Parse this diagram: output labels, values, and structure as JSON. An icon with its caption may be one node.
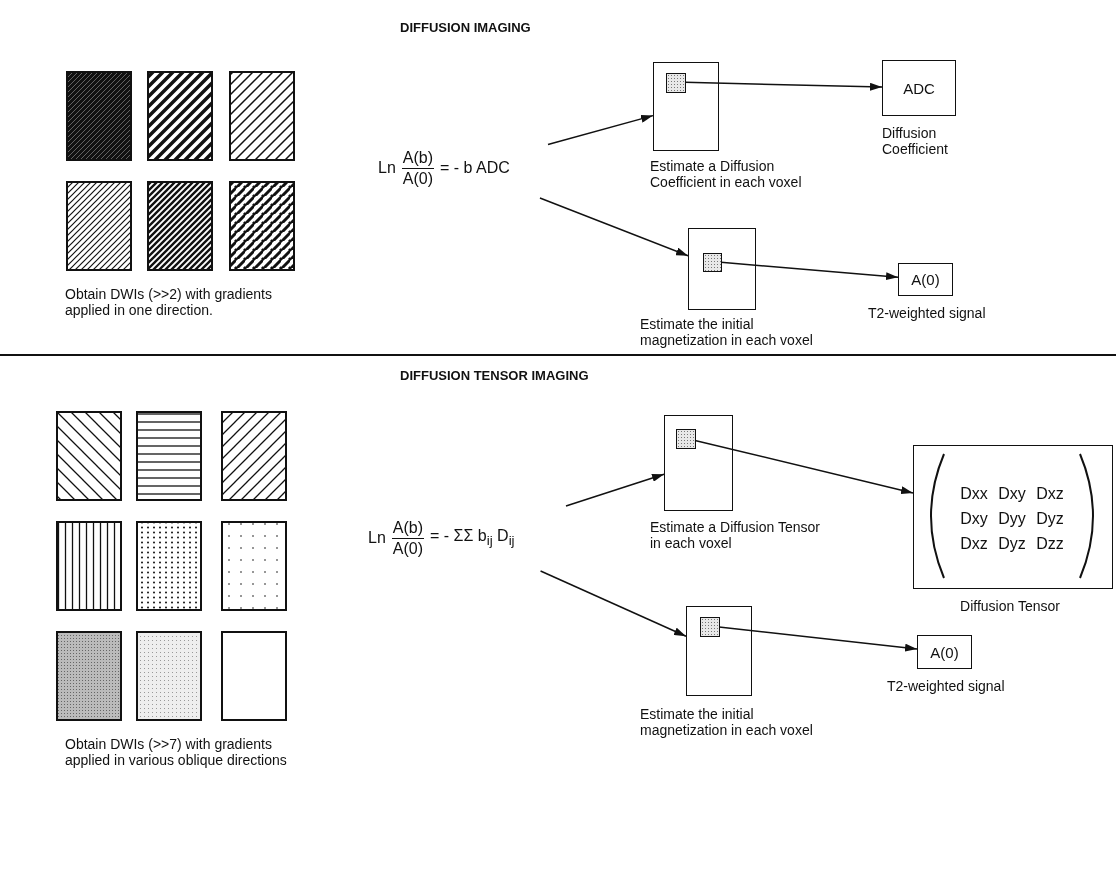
{
  "diagram": {
    "nodes": [
      {
        "text": [
          "Ln",
          "A(b)",
          "A(0)",
          "= - b ADC"
        ]
      },
      {
        "text": [],
        "shape": "box",
        "beside": [
          "Estimate a Diffusion Coefficient in each voxel"
        ]
      },
      {
        "text": [],
        "shape": "box",
        "in": 1
      },
      {
        "text": [
          "ADC"
        ],
        "beside": [
          "Diffusion Coefficient"
        ]
      },
      {
        "text": [],
        "shape": "box",
        "beside": [
          "Estimate the initial magnetization in each voxel"
        ]
      },
      {
        "text": [],
        "shape": "box",
        "in": 4
      },
      {
        "text": [
          "A(0)"
        ],
        "beside": [
          "T2-weighted signal"
        ]
      },
      {
        "text": [
          "Ln",
          "A(b)",
          "A(0)",
          "= - ΣΣ b$_{ij}$ D$_{ij}$"
        ]
      },
      {
        "text": [],
        "shape": "box",
        "beside": [
          "Estimate a Diffusion Tensor in each voxel"
        ]
      },
      {
        "text": [],
        "shape": "box",
        "in": 8
      },
      {
        "text": [
          "Dxx Dxy Dxz",
          "Dxy Dyy Dyz",
          "Dxz Dyz Dzz"
        ],
        "beside": [
          "Diffusion Tensor"
        ]
      },
      {
        "text": [],
        "shape": "box",
        "beside": [
          "Estimate the initial magnetization in each voxel"
        ]
      },
      {
        "text": [],
        "shape": "box",
        "in": 11
      },
      {
        "text": [
          "A(0)"
        ],
        "beside": [
          "T2-weighted signal"
        ]
      }
    ],
    "edges": [
      {
        "from": 0,
        "to": 1,
        "arrow": "to"
      },
      {
        "from": 0,
        "to": 4,
        "arrow": "to"
      },
      {
        "from": 2,
        "to": 3,
        "arrow": "to"
      },
      {
        "from": 5,
        "to": 6,
        "arrow": "to"
      },
      {
        "from": 7,
        "to": 8,
        "arrow": "to"
      },
      {
        "from": 7,
        "to": 11,
        "arrow": "to"
      },
      {
        "from": 9,
        "to": 10,
        "arrow": "to"
      },
      {
        "from": 12,
        "to": 13,
        "arrow": "to"
      }
    ],
    "labels": [
      "DIFFUSION IMAGING",
      "Obtain DWIs (>>2) with gradients applied in one direction.",
      "DIFFUSION TENSOR IMAGING",
      "Obtain DWIs (>>7) with gradients applied in various oblique directions"
    ]
  }
}
